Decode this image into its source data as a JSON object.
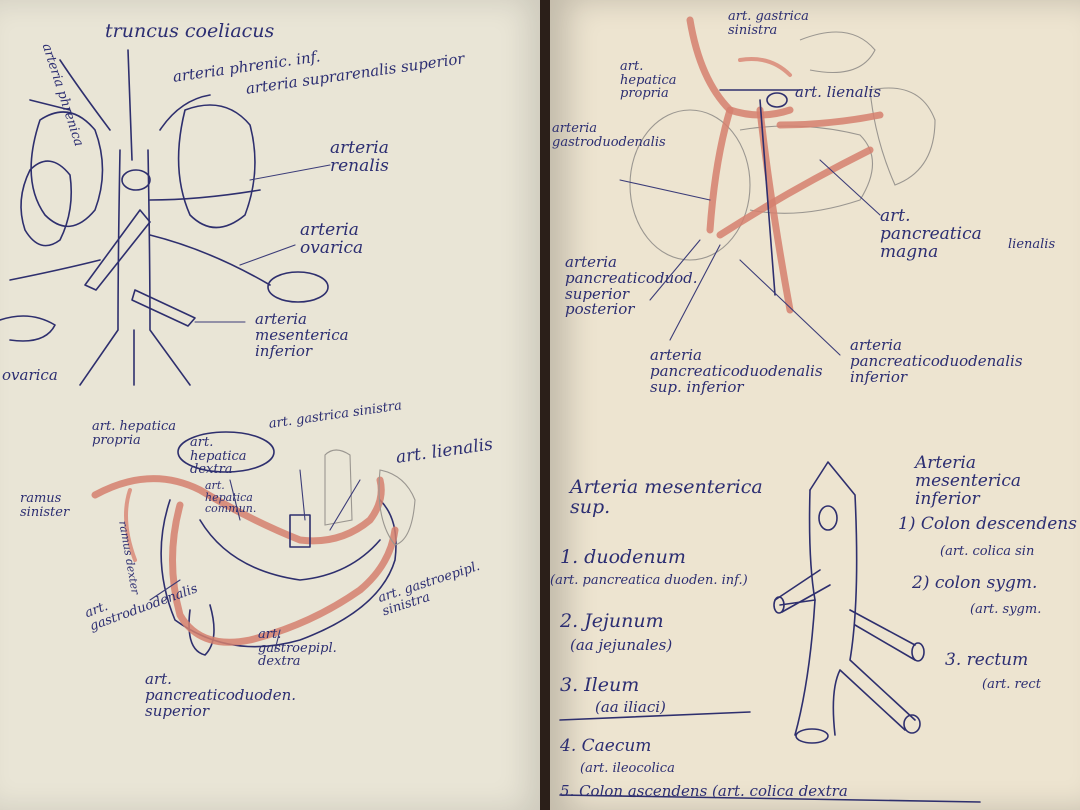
{
  "left_page": {
    "top_title": "truncus coeliacus",
    "labels": [
      "arteria phrenic. inf.",
      "arteria suprarenalis superior",
      "arteria renalis",
      "arteria ovarica",
      "arteria mesenterica inferior",
      "arteria phrenica",
      "ovarica"
    ],
    "stomach_labels": [
      "art. hepatica propria",
      "art. hepatica dextra",
      "art. hepatica commun.",
      "art. gastrica sinistra",
      "art. lienalis",
      "ramus sinister",
      "ramus dexter",
      "art. gastroduodenalis",
      "art. gastroepipl. sinistra",
      "art. gastroepipl. dextra",
      "art. pancreaticoduoden. superior"
    ]
  },
  "right_page": {
    "top_labels": [
      "art. gastrica sinistra",
      "art. hepatica propria",
      "arteria gastroduodenalis",
      "art. lienalis",
      "art. pancreatica magna",
      "lienalis",
      "arteria pancreaticoduod. superior posterior",
      "arteria pancreaticoduodenalis sup. inferior",
      "arteria pancreaticoduodenalis inferior"
    ],
    "sup_title": "Arteria mesenterica sup.",
    "sup_list": [
      "1. duodenum",
      "(art. pancreatica duoden. inf.)",
      "2. Jejunum",
      "(aa jejunales)",
      "3. Ileum",
      "(aa iliaci)",
      "4. Caecum",
      "(art. ileocolica",
      "5. Colon ascendens (art. colica dextra"
    ],
    "inf_title": "Arteria mesenterica inferior",
    "inf_list": [
      "1) Colon descendens",
      "(art. colica sin",
      "2) colon sygm.",
      "(art. sygm.",
      "3. rectum",
      "(art. rect"
    ]
  },
  "colors": {
    "ink": "#2e2f6e",
    "red_pencil": "#d5806e",
    "paper_left": "#e9e5d6",
    "paper_right": "#ede4d0"
  }
}
